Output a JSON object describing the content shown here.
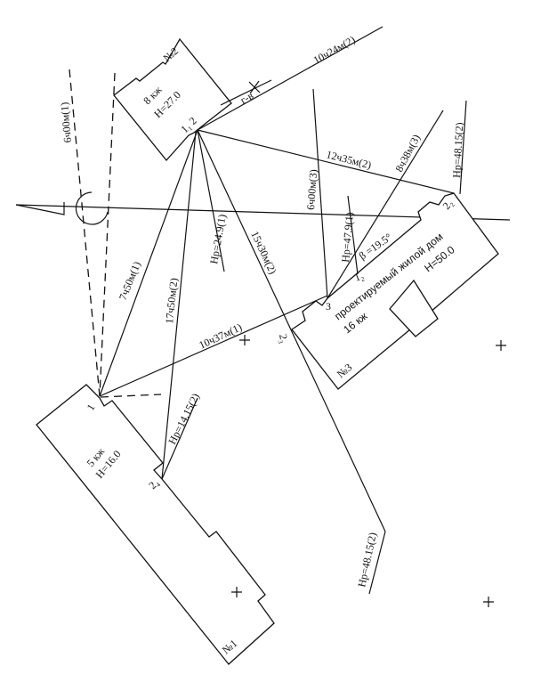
{
  "buildings": {
    "b1": {
      "number": "№1",
      "floors": "5 кж",
      "height": "H=16.0"
    },
    "b2": {
      "number": "№2",
      "floors": "8 кж",
      "height": "H=27.0"
    },
    "b3": {
      "number": "№3",
      "title": "проектируемый жилой дом",
      "floors": "16 кж",
      "height": "H=50.0"
    }
  },
  "points": {
    "p1": "1",
    "p11_2": "1₁ 2",
    "p12": "1₂",
    "p22": "2₂",
    "p23": "2₃",
    "p24": "2₄",
    "p3": "3"
  },
  "rays": {
    "r1": "10ч24м(2)",
    "r2": "12ч35м(2)",
    "r3": "6ч00м(3)",
    "r4": "8ч38м(3)",
    "r5": "6ч00м(1)",
    "r6": "7ч50м(1)",
    "r7": "17ч50м(2)",
    "r8": "15ч30м(2)",
    "r9": "10ч37м(1)"
  },
  "heights": {
    "h1": "Hp=48.15(2)",
    "h2": "Hp=47.9(1)",
    "h3": "Hp=24.9(1)",
    "h4": "Hp=14.15(2)",
    "h5": "Hp=48.15(2)"
  },
  "angle": "β =19.5°",
  "misc": {
    "gv": "г-в"
  }
}
